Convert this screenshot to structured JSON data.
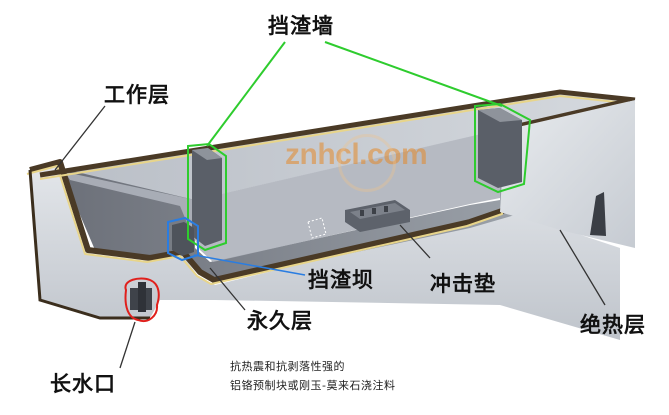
{
  "labels": {
    "slag_wall": "挡渣墙",
    "working_layer": "工作层",
    "slag_dam": "挡渣坝",
    "impact_pad": "冲击垫",
    "permanent_layer": "永久层",
    "permanent_desc_line1": "抗热震和抗剥落性强的",
    "permanent_desc_line2": "铝铬预制块或刚玉-莫来石浇注料",
    "insulation_layer": "绝热层",
    "nozzle": "长水口"
  },
  "watermark": {
    "text": "znhcl.com"
  },
  "colors": {
    "wall_outer": "#d9dde2",
    "wall_inner": "#c7ccd3",
    "working_layer_band": "#4a3a26",
    "yellow_layer": "#e8d58a",
    "callout_green": "#2ecc2e",
    "callout_blue": "#2a7de1",
    "callout_red": "#e0201c",
    "leader_lines": "#333333",
    "watermark": "#e58a2a"
  }
}
